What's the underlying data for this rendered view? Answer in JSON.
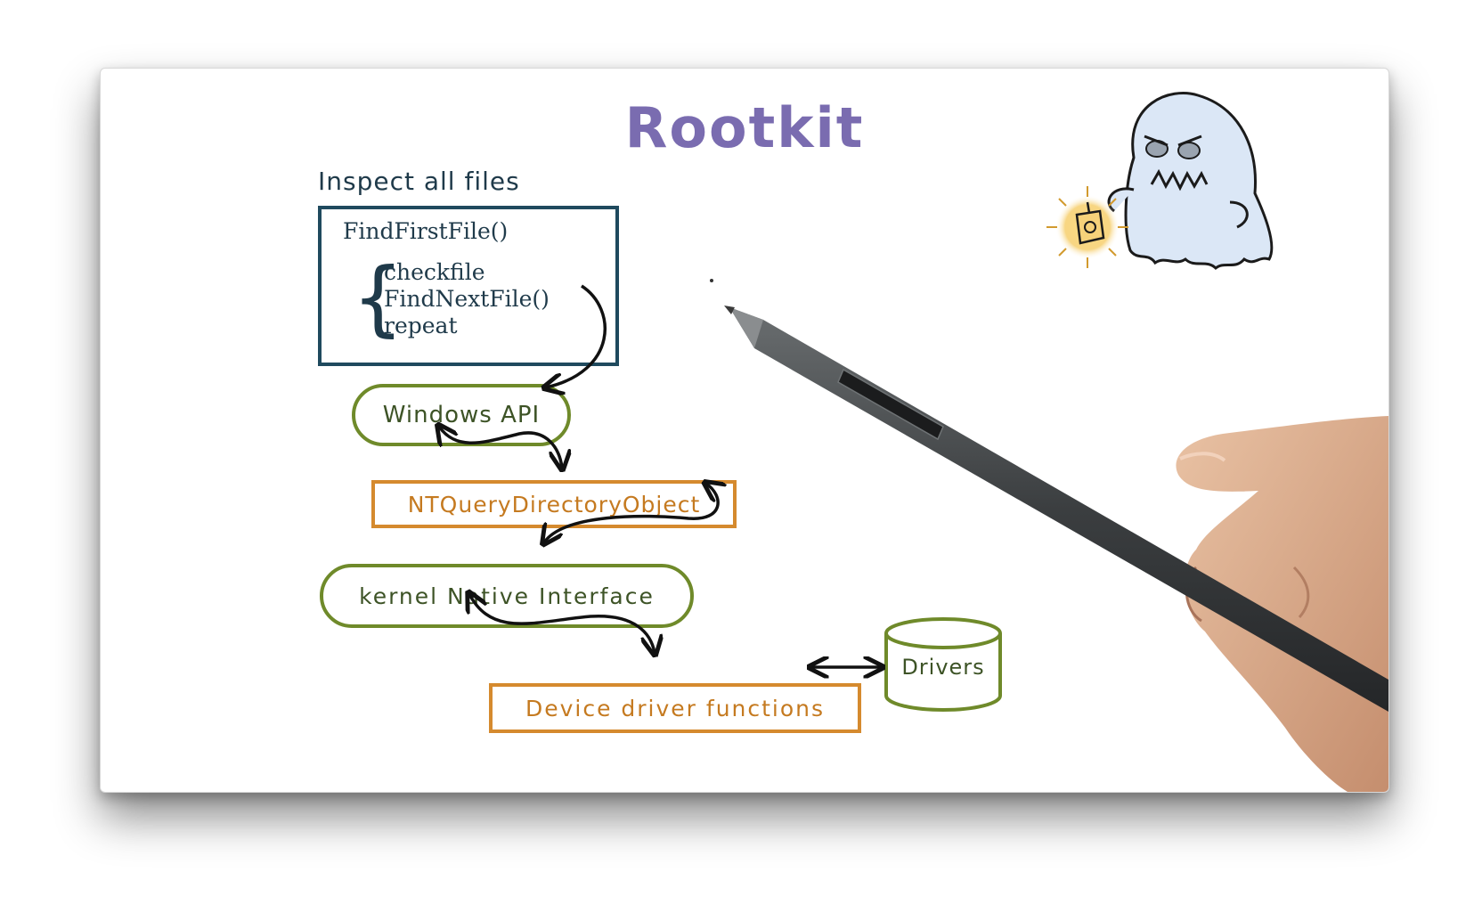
{
  "title": "Rootkit",
  "inspect_label": "Inspect all files",
  "code": {
    "first": "FindFirstFile()",
    "loop": [
      "checkfile",
      "FindNextFile()",
      "repeat"
    ],
    "brace": "{"
  },
  "nodes": {
    "windows_api": "Windows API",
    "nt_query": "NTQueryDirectoryObject",
    "kernel_native": "kernel Native Interface",
    "device_driver": "Device driver functions",
    "drivers": "Drivers"
  },
  "colors": {
    "title": "#7a6cb0",
    "ink": "#1f3a4a",
    "box_border": "#1f4a5e",
    "green": "#6f8a2a",
    "orange": "#d58a2e"
  },
  "icons": [
    "ghost-icon",
    "lantern-icon",
    "stylus-icon",
    "hand-icon"
  ]
}
